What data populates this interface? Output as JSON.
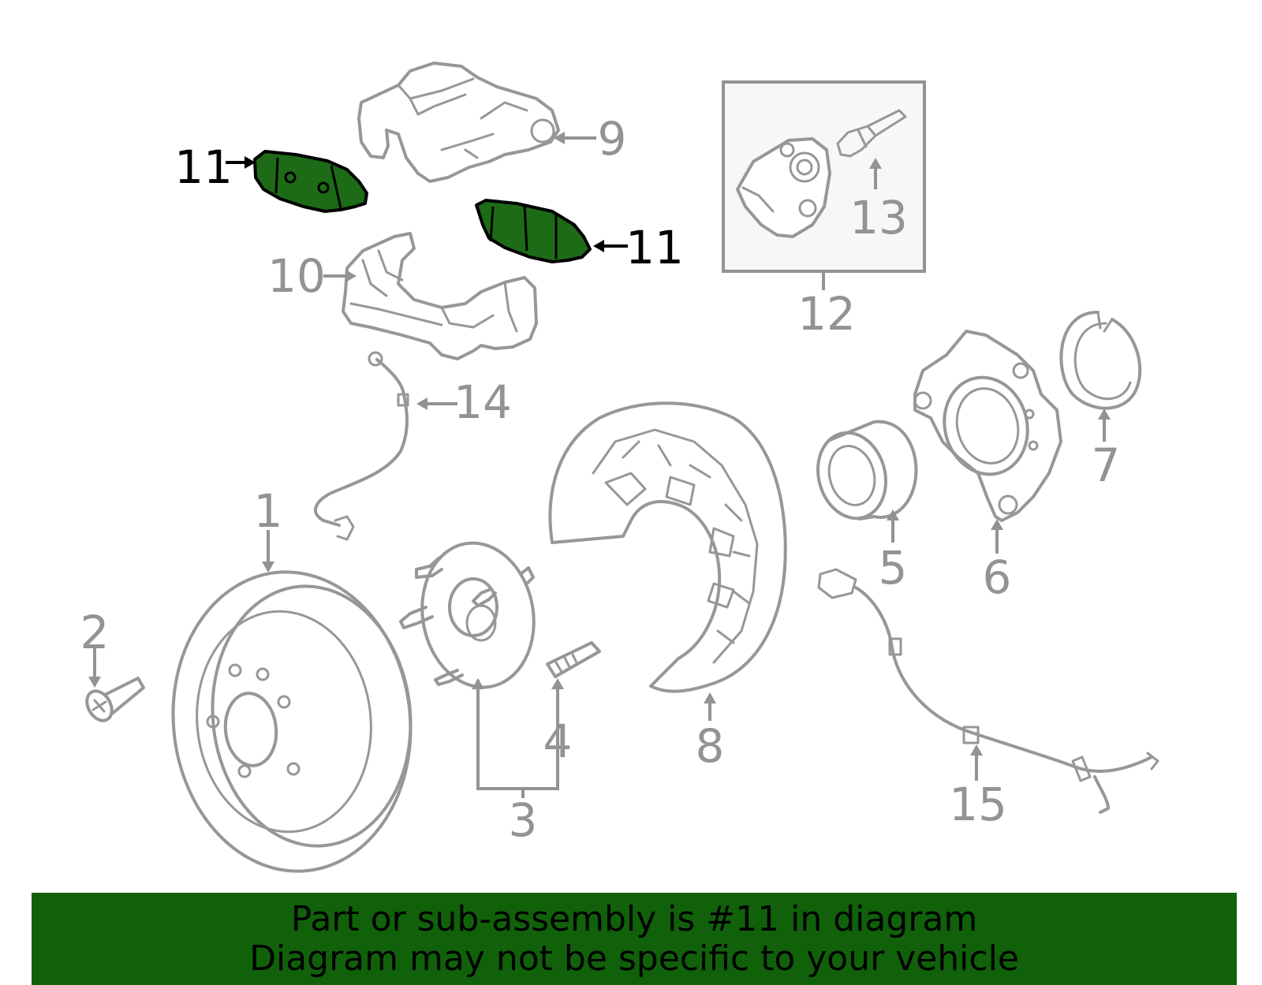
{
  "callouts": {
    "c1": "1",
    "c2": "2",
    "c3": "3",
    "c4": "4",
    "c5": "5",
    "c6": "6",
    "c7": "7",
    "c8": "8",
    "c9": "9",
    "c10": "10",
    "c11a": "11",
    "c11b": "11",
    "c12": "12",
    "c13": "13",
    "c14": "14",
    "c15": "15"
  },
  "highlight_color": "#1d6b17",
  "banner": {
    "line1": "Part or sub-assembly is #11 in diagram",
    "line2": "Diagram may not be specific to your vehicle",
    "background": "#10610a"
  }
}
